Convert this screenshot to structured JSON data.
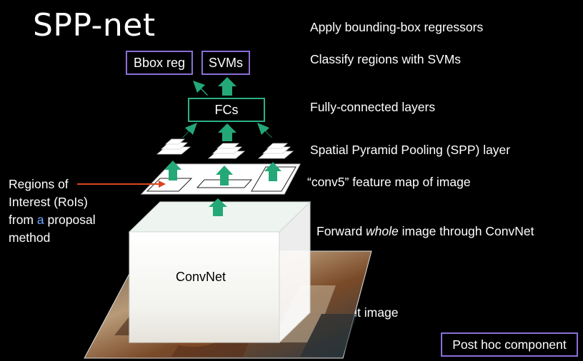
{
  "title": "SPP-net",
  "labels": {
    "apply_bbox": "Apply bounding-box regressors",
    "classify": "Classify regions with SVMs",
    "fc_layers": "Fully-connected layers",
    "spp_layer": "Spatial Pyramid Pooling (SPP) layer",
    "conv5": "“conv5” feature map of image",
    "forward_prefix": "Forward ",
    "forward_em": "whole",
    "forward_suffix": " image through ConvNet",
    "input_image": "Input image"
  },
  "boxes": {
    "bbox_reg": "Bbox reg",
    "svms": "SVMs",
    "fcs": "FCs",
    "convnet": "ConvNet",
    "post_hoc": "Post hoc component"
  },
  "rois": {
    "line1": "Regions of",
    "line2": "Interest (RoIs)",
    "line3_a": "from ",
    "line3_b": "a",
    "line3_c": " proposal",
    "line4": "method"
  },
  "colors": {
    "arrow_green": "#24a878",
    "purple_border": "#8b6fd6",
    "green_border": "#2eb087",
    "roi_pointer": "#d9441f"
  }
}
